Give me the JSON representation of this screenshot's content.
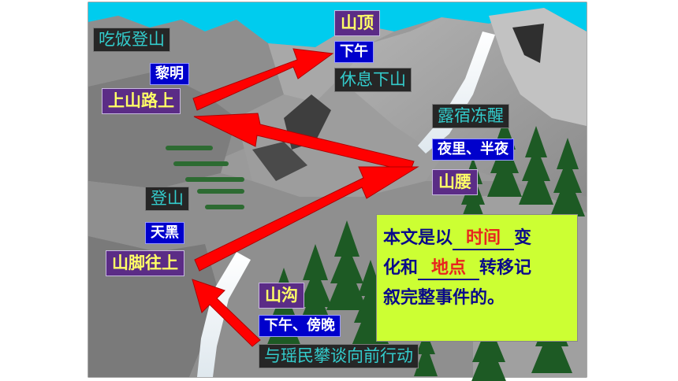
{
  "labels": {
    "chifan_dengshan": "吃饭登山",
    "liming": "黎明",
    "shanlu_shang": "上山路上",
    "dengshan": "登山",
    "tianhei": "天黑",
    "shanjiao_wangshang": "山脚往上",
    "shanding": "山顶",
    "xiawu_top": "下午",
    "xiuxi_xiashan": "休息下山",
    "lusu_dongxing": "露宿冻醒",
    "yeli_banye": "夜里、半夜",
    "shanyao": "山腰",
    "shangou": "山沟",
    "xiawu_bangwan": "下午、傍晚",
    "yu_yaomin": "与瑶民攀谈向前行动"
  },
  "summary": {
    "line1_pre": "本文是以",
    "answer1": "时间",
    "line1_post": "变",
    "line2_pre": "化和",
    "answer2": "地点",
    "line2_post": "转移记",
    "line3": "叙完整事件的。"
  },
  "colors": {
    "dark_box": "#262626",
    "dark_text": "#33cccc",
    "purple_box": "#5b2c86",
    "purple_text": "#ffff66",
    "blue_box": "#0000cc",
    "summary_bg": "#ccff33",
    "summary_text": "#0a0a8a",
    "answer_text": "#e8251f",
    "arrow": "#ff0000",
    "sky": "#00ccee"
  }
}
